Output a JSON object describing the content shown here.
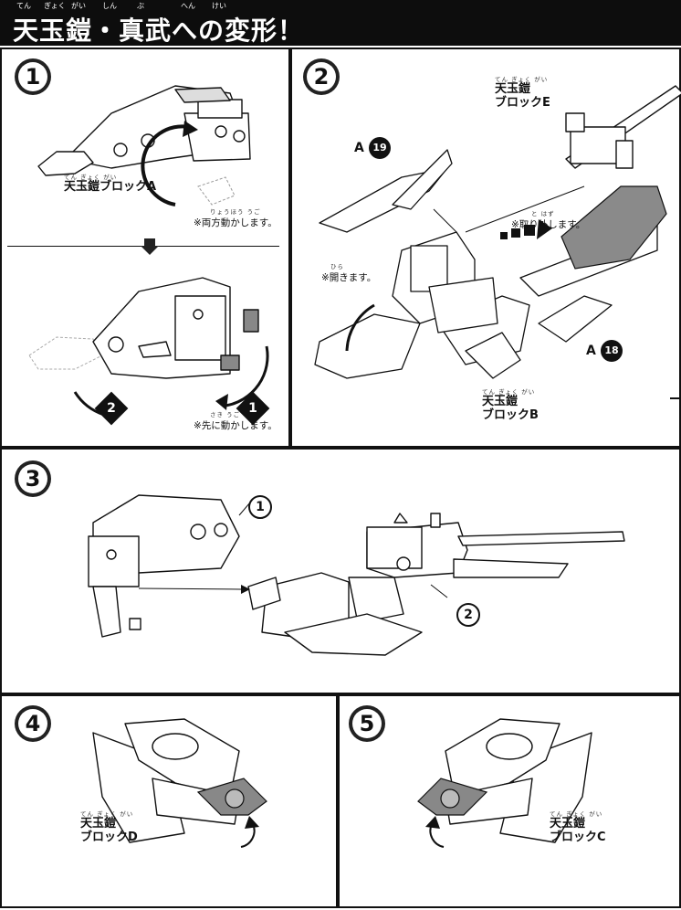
{
  "header": {
    "title": "天玉鎧・真武への変形！",
    "ruby": [
      "てん",
      "ぎょく",
      "がい",
      "しん",
      "ぶ",
      "へん",
      "けい"
    ]
  },
  "steps": [
    "1",
    "2",
    "3",
    "4",
    "5"
  ],
  "step1": {
    "part_label": "天玉鎧ブロックA",
    "part_ruby": "てん ぎょく がい",
    "note_top": "※両方動かします。",
    "note_top_ruby": "りょうほう うご",
    "note_bottom": "※先に動かします。",
    "note_bottom_ruby": "さき うご",
    "order_first": "1",
    "order_second": "2"
  },
  "step2": {
    "block_e_line1": "天玉鎧",
    "block_e_line2": "ブロックE",
    "block_e_ruby": "てん ぎょく がい",
    "part_a19": "A",
    "part_a19_num": "19",
    "note_remove": "※取り外します。",
    "note_remove_ruby": "と はず",
    "note_open": "※開きます。",
    "note_open_ruby": "ひら",
    "part_a18": "A",
    "part_a18_num": "18",
    "block_b_line1": "天玉鎧",
    "block_b_line2": "ブロックB",
    "block_b_ruby": "てん ぎょく がい"
  },
  "step3": {
    "ref_1": "1",
    "ref_2": "2"
  },
  "step4": {
    "block_d_line1": "天玉鎧",
    "block_d_line2": "ブロックD",
    "block_d_ruby": "てん ぎょく がい"
  },
  "step5": {
    "block_c_line1": "天玉鎧",
    "block_c_line2": "ブロックC",
    "block_c_ruby": "てん ぎょく がい"
  },
  "colors": {
    "ink": "#111111",
    "header_bg": "#0d0d0d",
    "part_gray": "#8a8a8a"
  }
}
